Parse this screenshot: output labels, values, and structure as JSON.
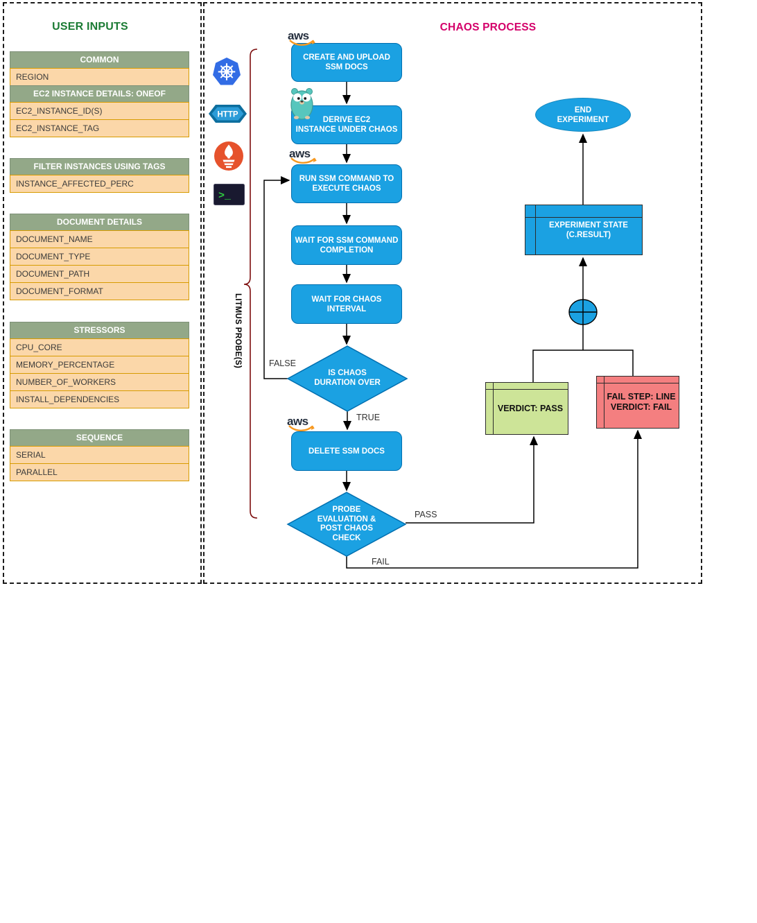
{
  "left_panel": {
    "title": "USER INPUTS",
    "tables": [
      {
        "groups": [
          {
            "header": "COMMON",
            "rows": [
              "REGION"
            ]
          },
          {
            "header": "EC2 INSTANCE DETAILS: ONEOF",
            "rows": [
              "EC2_INSTANCE_ID(S)",
              "EC2_INSTANCE_TAG"
            ]
          }
        ]
      },
      {
        "groups": [
          {
            "header": "FILTER INSTANCES USING TAGS",
            "rows": [
              "INSTANCE_AFFECTED_PERC"
            ]
          }
        ]
      },
      {
        "groups": [
          {
            "header": "DOCUMENT DETAILS",
            "rows": [
              "DOCUMENT_NAME",
              "DOCUMENT_TYPE",
              "DOCUMENT_PATH",
              "DOCUMENT_FORMAT"
            ]
          }
        ]
      },
      {
        "groups": [
          {
            "header": "STRESSORS",
            "rows": [
              "CPU_CORE",
              "MEMORY_PERCENTAGE",
              "NUMBER_OF_WORKERS",
              "INSTALL_DEPENDENCIES"
            ]
          }
        ]
      },
      {
        "groups": [
          {
            "header": "SEQUENCE",
            "rows": [
              "SERIAL",
              "PARALLEL"
            ]
          }
        ]
      }
    ]
  },
  "right_panel": {
    "title": "CHAOS PROCESS",
    "nodes": {
      "create_upload": "CREATE AND UPLOAD\nSSM DOCS",
      "derive": "DERIVE EC2\nINSTANCE UNDER CHAOS",
      "run_ssm": "RUN SSM COMMAND TO\nEXECUTE CHAOS",
      "wait_ssm": "WAIT FOR SSM COMMAND\nCOMPLETION",
      "wait_interval": "WAIT FOR CHAOS\nINTERVAL",
      "is_duration_over": "IS CHAOS\nDURATION OVER",
      "delete_docs": "DELETE SSM DOCS",
      "probe_eval": "PROBE\nEVALUATION &\nPOST CHAOS\nCHECK",
      "verdict_pass": "VERDICT: PASS",
      "fail_step": "FAIL STEP: LINE\nVERDICT: FAIL",
      "experiment_state": "EXPERIMENT STATE\n(C.RESULT)",
      "end_experiment": "END\nEXPERIMENT"
    },
    "edge_labels": {
      "true_label": "TRUE",
      "false_label": "FALSE",
      "pass_label": "PASS",
      "fail_label": "FAIL"
    },
    "brace_label": "LITMUS PROBE(S)",
    "icons": {
      "kubernetes": "kubernetes",
      "http_label": "HTTP",
      "prometheus": "prometheus",
      "terminal_label": ">_",
      "aws_label": "aws",
      "gopher": "go-gopher"
    }
  },
  "colors": {
    "process_blue": "#1ba1e2",
    "process_blue_border": "#006eaf",
    "pass_green": "#cde498",
    "fail_red": "#f47f80",
    "table_header_green": "#93a888",
    "table_row_orange": "#fbd7a9",
    "table_row_border": "#d79b00",
    "title_green": "#1b7b34",
    "title_magenta": "#d4006a",
    "brace_maroon": "#7c0d0d",
    "kubernetes_blue": "#326ce5",
    "prometheus_orange": "#e6522c",
    "aws_smile_orange": "#f7981f"
  }
}
